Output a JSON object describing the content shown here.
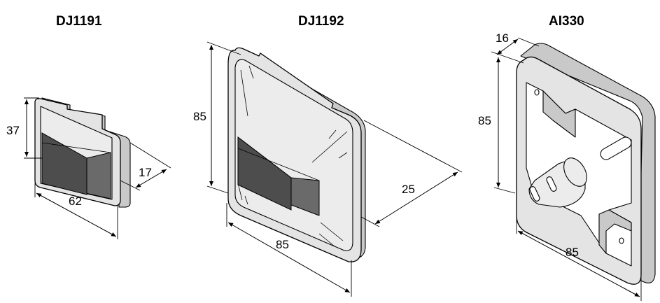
{
  "products": [
    {
      "title": "DJ1191",
      "dims": {
        "height": "37",
        "width": "62",
        "depth": "17"
      }
    },
    {
      "title": "DJ1192",
      "dims": {
        "height": "85",
        "width": "85",
        "depth": "25"
      }
    },
    {
      "title": "AI330",
      "dims": {
        "depth": "16",
        "height": "85",
        "width": "85"
      }
    }
  ],
  "colors": {
    "line": "#000000",
    "body": "#e4e4e4",
    "shade": "#c9c9c9",
    "window": "#6a6a6a"
  }
}
